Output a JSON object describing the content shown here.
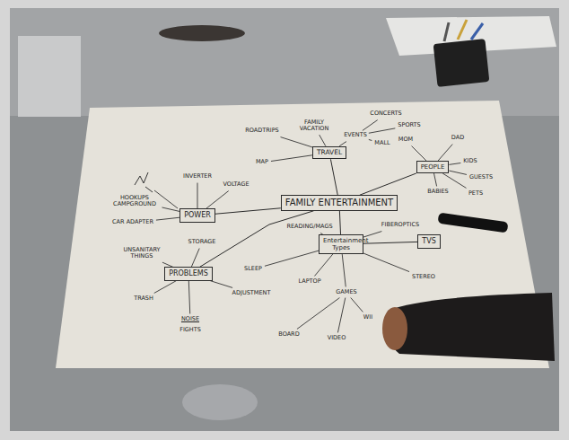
{
  "diagram": {
    "nodes": [
      {
        "text": [
          "TRAVEL"
        ]
      },
      {
        "text": [
          "PEOPLE"
        ]
      },
      {
        "text": [
          "POWER"
        ]
      },
      {
        "text": [
          "FAMILY ENTERTAINMENT"
        ]
      },
      {
        "text": [
          "Entertainment Types"
        ]
      },
      {
        "text": [
          "TVS"
        ]
      },
      {
        "text": [
          "PROBLEMS"
        ]
      }
    ],
    "edges": [
      {
        "from": 3,
        "to": 0,
        "arrow": "none"
      },
      {
        "from": 3,
        "to": 1,
        "arrow": "none"
      },
      {
        "from": 3,
        "to": 2,
        "arrow": "none"
      },
      {
        "from": 3,
        "to": 4,
        "arrow": "none"
      },
      {
        "from": 3,
        "to": 6,
        "arrow": "none"
      },
      {
        "from": 4,
        "to": 5,
        "arrow": "none"
      }
    ],
    "labels": [
      "ROADTRIPS",
      "FAMILY VACATION",
      "EVENTS",
      "CONCERTS",
      "SPORTS",
      "MALL",
      "MAP",
      "MOM",
      "DAD",
      "KIDS",
      "GUESTS",
      "BABIES",
      "PETS",
      "INVERTER",
      "VOLTAGE",
      "HOOKUPS CAMPGROUND",
      "CAR ADAPTER",
      "READING/MAGS",
      "FIBEROPTICS",
      "SLEEP",
      "LAPTOP",
      "STEREO",
      "GAMES",
      "BOARD",
      "VIDEO",
      "WII",
      "UNSANITARY THINGS",
      "STORAGE",
      "TRASH",
      "NOISE",
      "FIGHTS",
      "ADJUSTMENT"
    ]
  }
}
